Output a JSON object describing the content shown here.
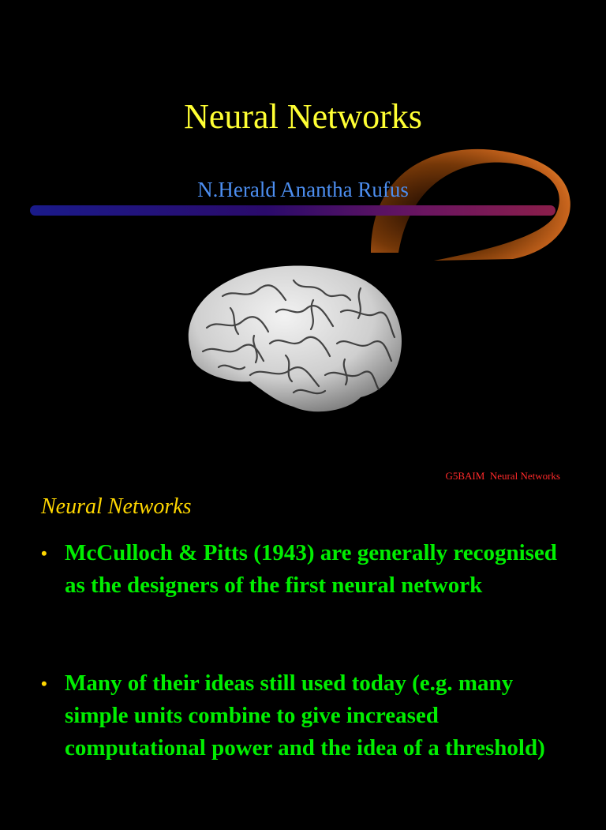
{
  "slide1": {
    "title": "Neural Networks",
    "subtitle": "N.Herald Anantha Rufus",
    "image": "brain-photo"
  },
  "footer": {
    "tag": "G5BAIM  Neural Networks"
  },
  "slide2": {
    "heading": "Neural Networks",
    "bullets": [
      {
        "marker": "•",
        "text": "McCulloch & Pitts (1943) are generally recognised as the designers of the first neural network"
      },
      {
        "marker": "•",
        "text": "Many of their ideas still used today (e.g. many simple units combine to give increased computational power and the idea of a threshold)"
      }
    ]
  },
  "colors": {
    "background": "#000000",
    "title": "#ffff33",
    "subtitle": "#4c8ef0",
    "heading": "#ffd700",
    "bullet_text": "#00ee00",
    "footer": "#ff2a2a",
    "swoosh_orange": "#d2691e",
    "swoosh_purple": "#2a0a6a"
  }
}
